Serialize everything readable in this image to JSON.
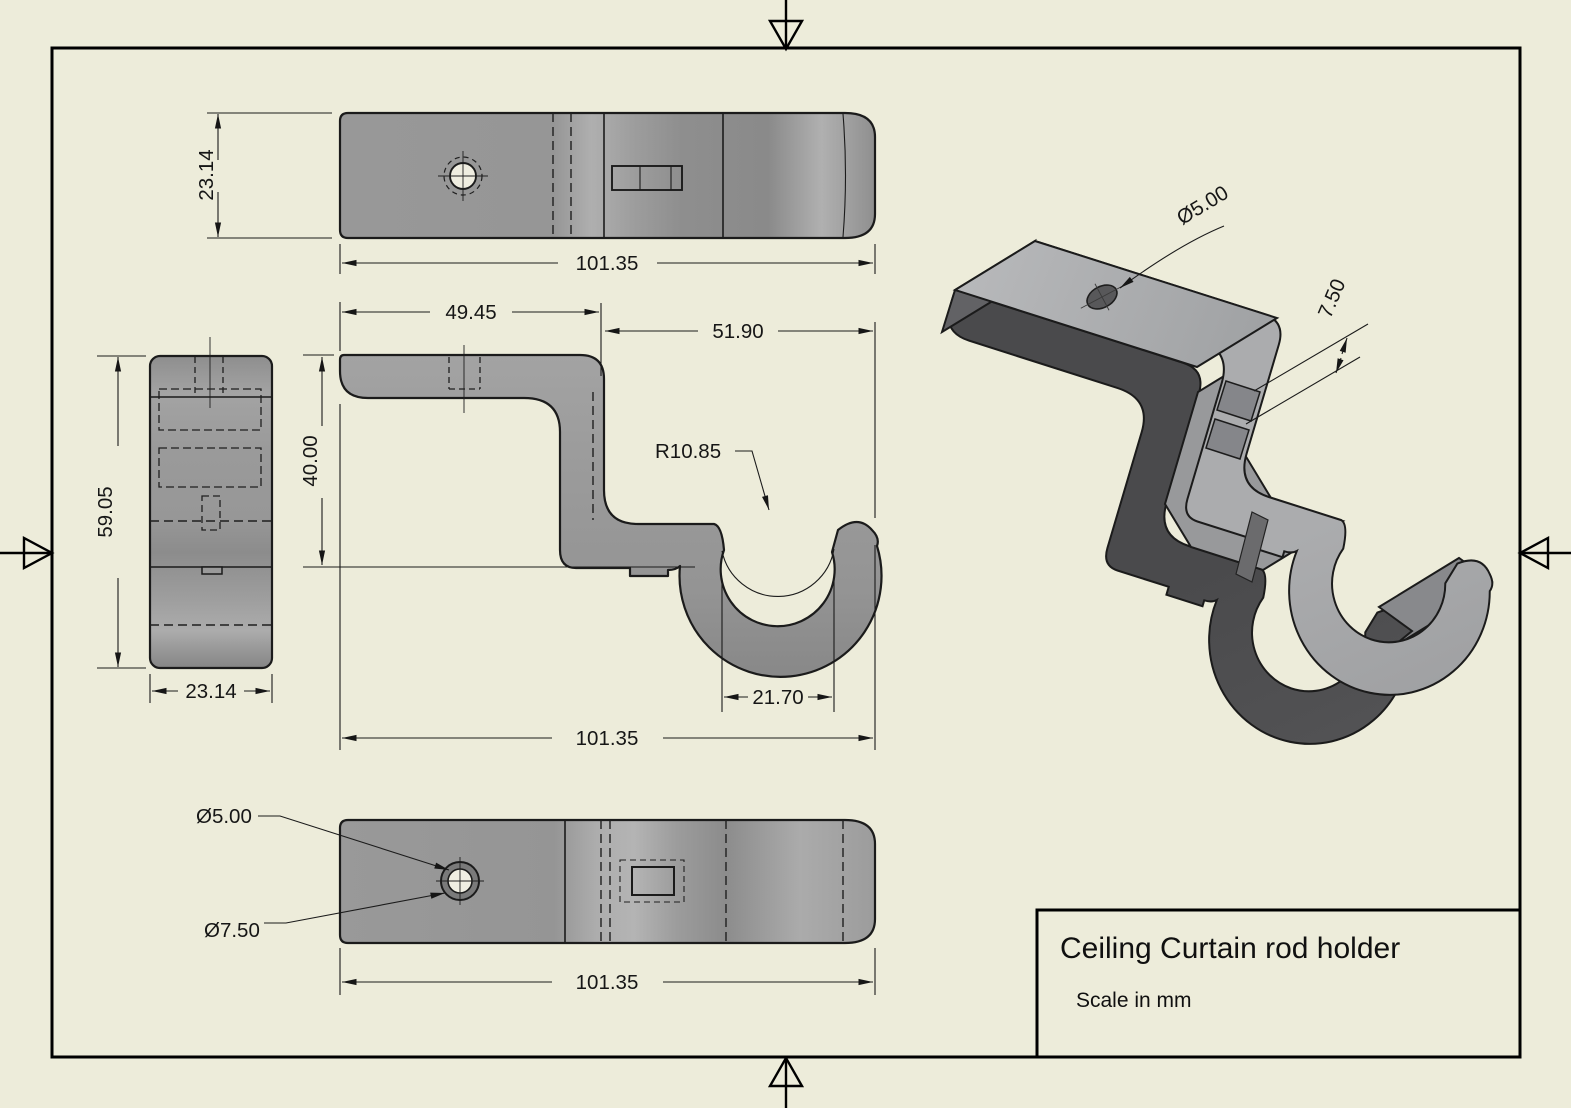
{
  "colors": {
    "background": "#EDECDA",
    "part_gray": "#9A9A9A",
    "part_dark": "#4E4E50",
    "part_light": "#B5B6B8",
    "line": "#1B1B1B"
  },
  "title_block": {
    "title": "Ceiling Curtain rod holder",
    "scale_note": "Scale in mm"
  },
  "views": {
    "top": {
      "dim_height": "23.14",
      "dim_length": "101.35"
    },
    "front": {
      "dim_left": "49.45",
      "dim_right": "51.90",
      "dim_drop": "40.00",
      "dim_radius": "R10.85",
      "dim_hook_width": "21.70",
      "dim_length": "101.35"
    },
    "side": {
      "dim_height": "59.05",
      "dim_width": "23.14"
    },
    "bottom": {
      "dim_hole": "Ø5.00",
      "dim_counterbore": "Ø7.50",
      "dim_length": "101.35"
    },
    "iso": {
      "dim_hole": "Ø5.00",
      "dim_slot": "7.50"
    }
  }
}
